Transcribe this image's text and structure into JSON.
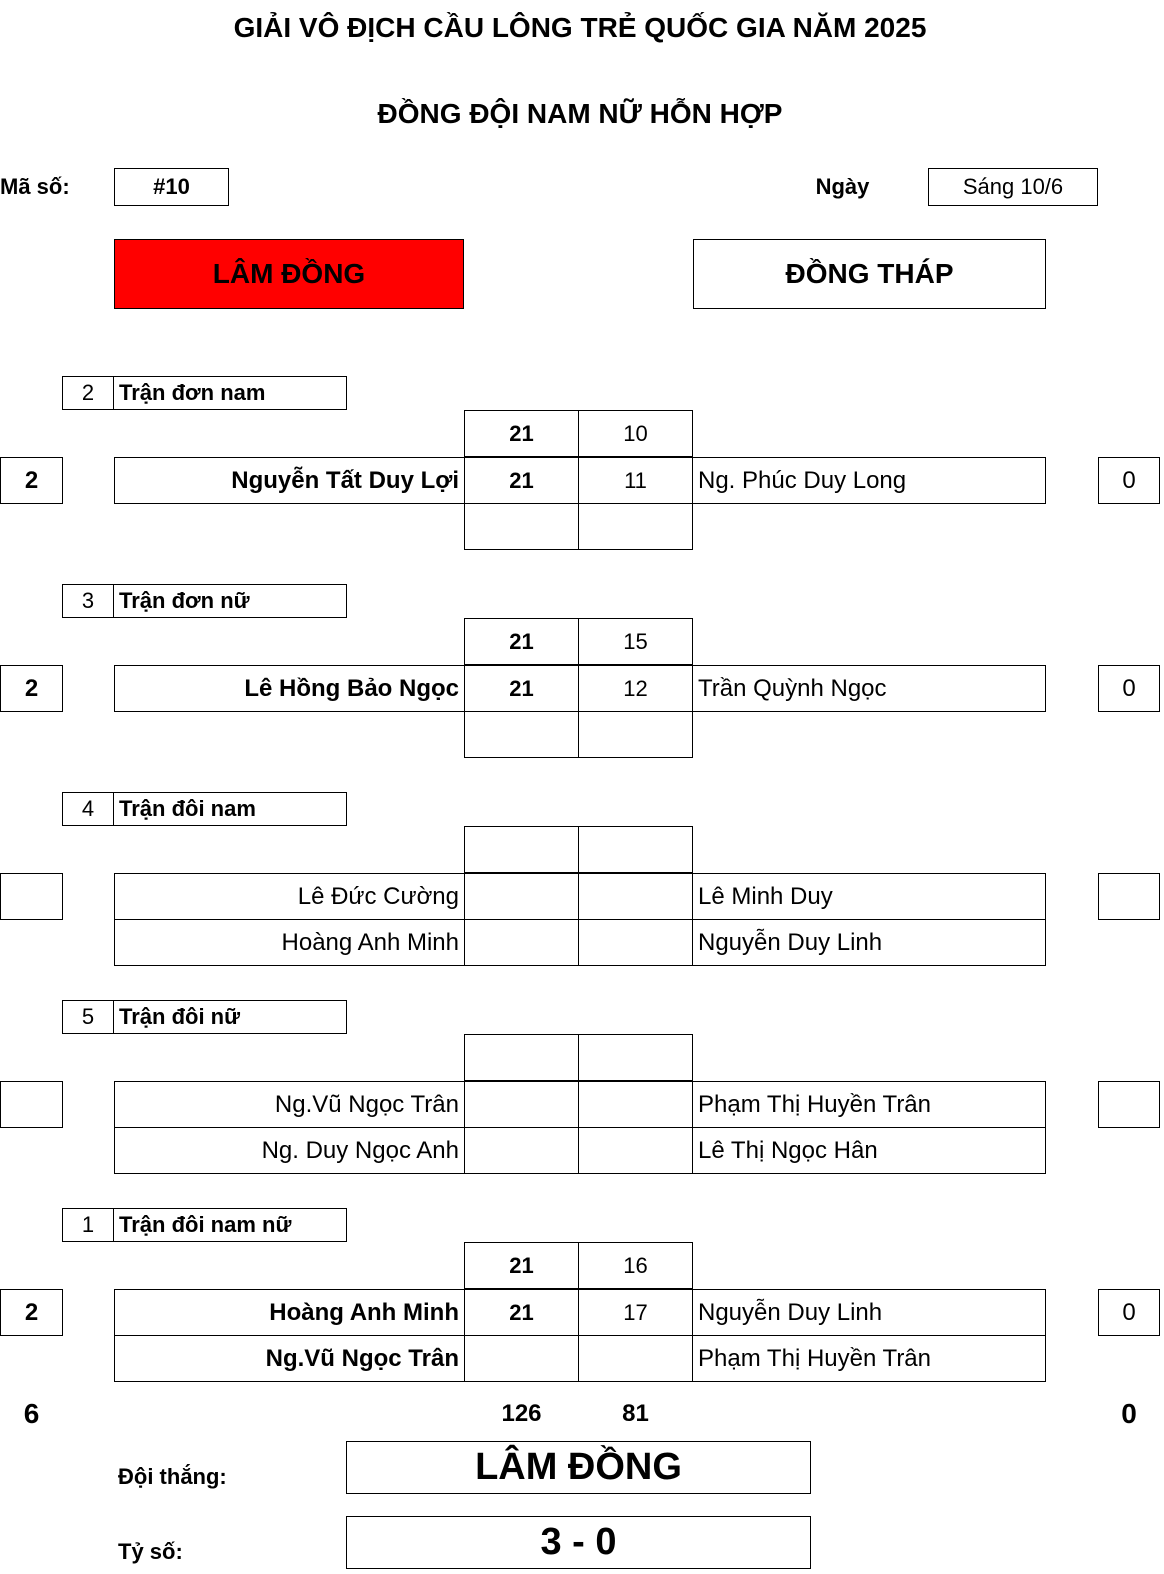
{
  "header": {
    "title": "GIẢI VÔ ĐỊCH CẦU LÔNG TRẺ QUỐC GIA NĂM 2025",
    "subtitle": "ĐỒNG ĐỘI NAM NỮ HỖN HỢP",
    "code_label": "Mã số:",
    "code_value": "#10",
    "date_label": "Ngày",
    "date_value": "Sáng 10/6"
  },
  "teams": {
    "left": {
      "name": "LÂM ĐỒNG",
      "color": "#ff0000"
    },
    "right": {
      "name": "ĐỒNG THÁP"
    }
  },
  "matches": [
    {
      "order": "2",
      "type": "Trận đơn nam",
      "left_points": "2",
      "right_points": "0",
      "left_players": [
        "Nguyễn Tất Duy Lợi"
      ],
      "right_players": [
        "Ng. Phúc Duy Long"
      ],
      "sets": [
        {
          "left": "21",
          "right": "10"
        },
        {
          "left": "21",
          "right": "11"
        }
      ]
    },
    {
      "order": "3",
      "type": "Trận đơn nữ",
      "left_points": "2",
      "right_points": "0",
      "left_players": [
        "Lê Hồng Bảo Ngọc"
      ],
      "right_players": [
        "Trần Quỳnh Ngọc"
      ],
      "sets": [
        {
          "left": "21",
          "right": "15"
        },
        {
          "left": "21",
          "right": "12"
        }
      ]
    },
    {
      "order": "4",
      "type": "Trận đôi nam",
      "left_players": [
        "Lê Đức Cường",
        "Hoàng Anh Minh"
      ],
      "right_players": [
        "Lê Minh Duy",
        "Nguyễn Duy Linh"
      ]
    },
    {
      "order": "5",
      "type": "Trận đôi nữ",
      "left_players": [
        "Ng.Vũ Ngọc Trân",
        "Ng. Duy Ngọc Anh"
      ],
      "right_players": [
        "Phạm Thị Huyền Trân",
        "Lê Thị Ngọc Hân"
      ]
    },
    {
      "order": "1",
      "type": "Trận đôi nam nữ",
      "left_points": "2",
      "right_points": "0",
      "left_players": [
        "Hoàng Anh Minh",
        "Ng.Vũ Ngọc Trân"
      ],
      "right_players": [
        "Nguyễn Duy Linh",
        "Phạm Thị Huyền Trân"
      ],
      "sets": [
        {
          "left": "21",
          "right": "16"
        },
        {
          "left": "21",
          "right": "17"
        }
      ]
    }
  ],
  "totals": {
    "left_points": "6",
    "left_score": "126",
    "right_score": "81",
    "right_points": "0"
  },
  "result": {
    "winner_label": "Đội thắng:",
    "winner_value": "LÂM ĐỒNG",
    "score_label": "Tỷ số:",
    "score_value": "3 - 0"
  }
}
